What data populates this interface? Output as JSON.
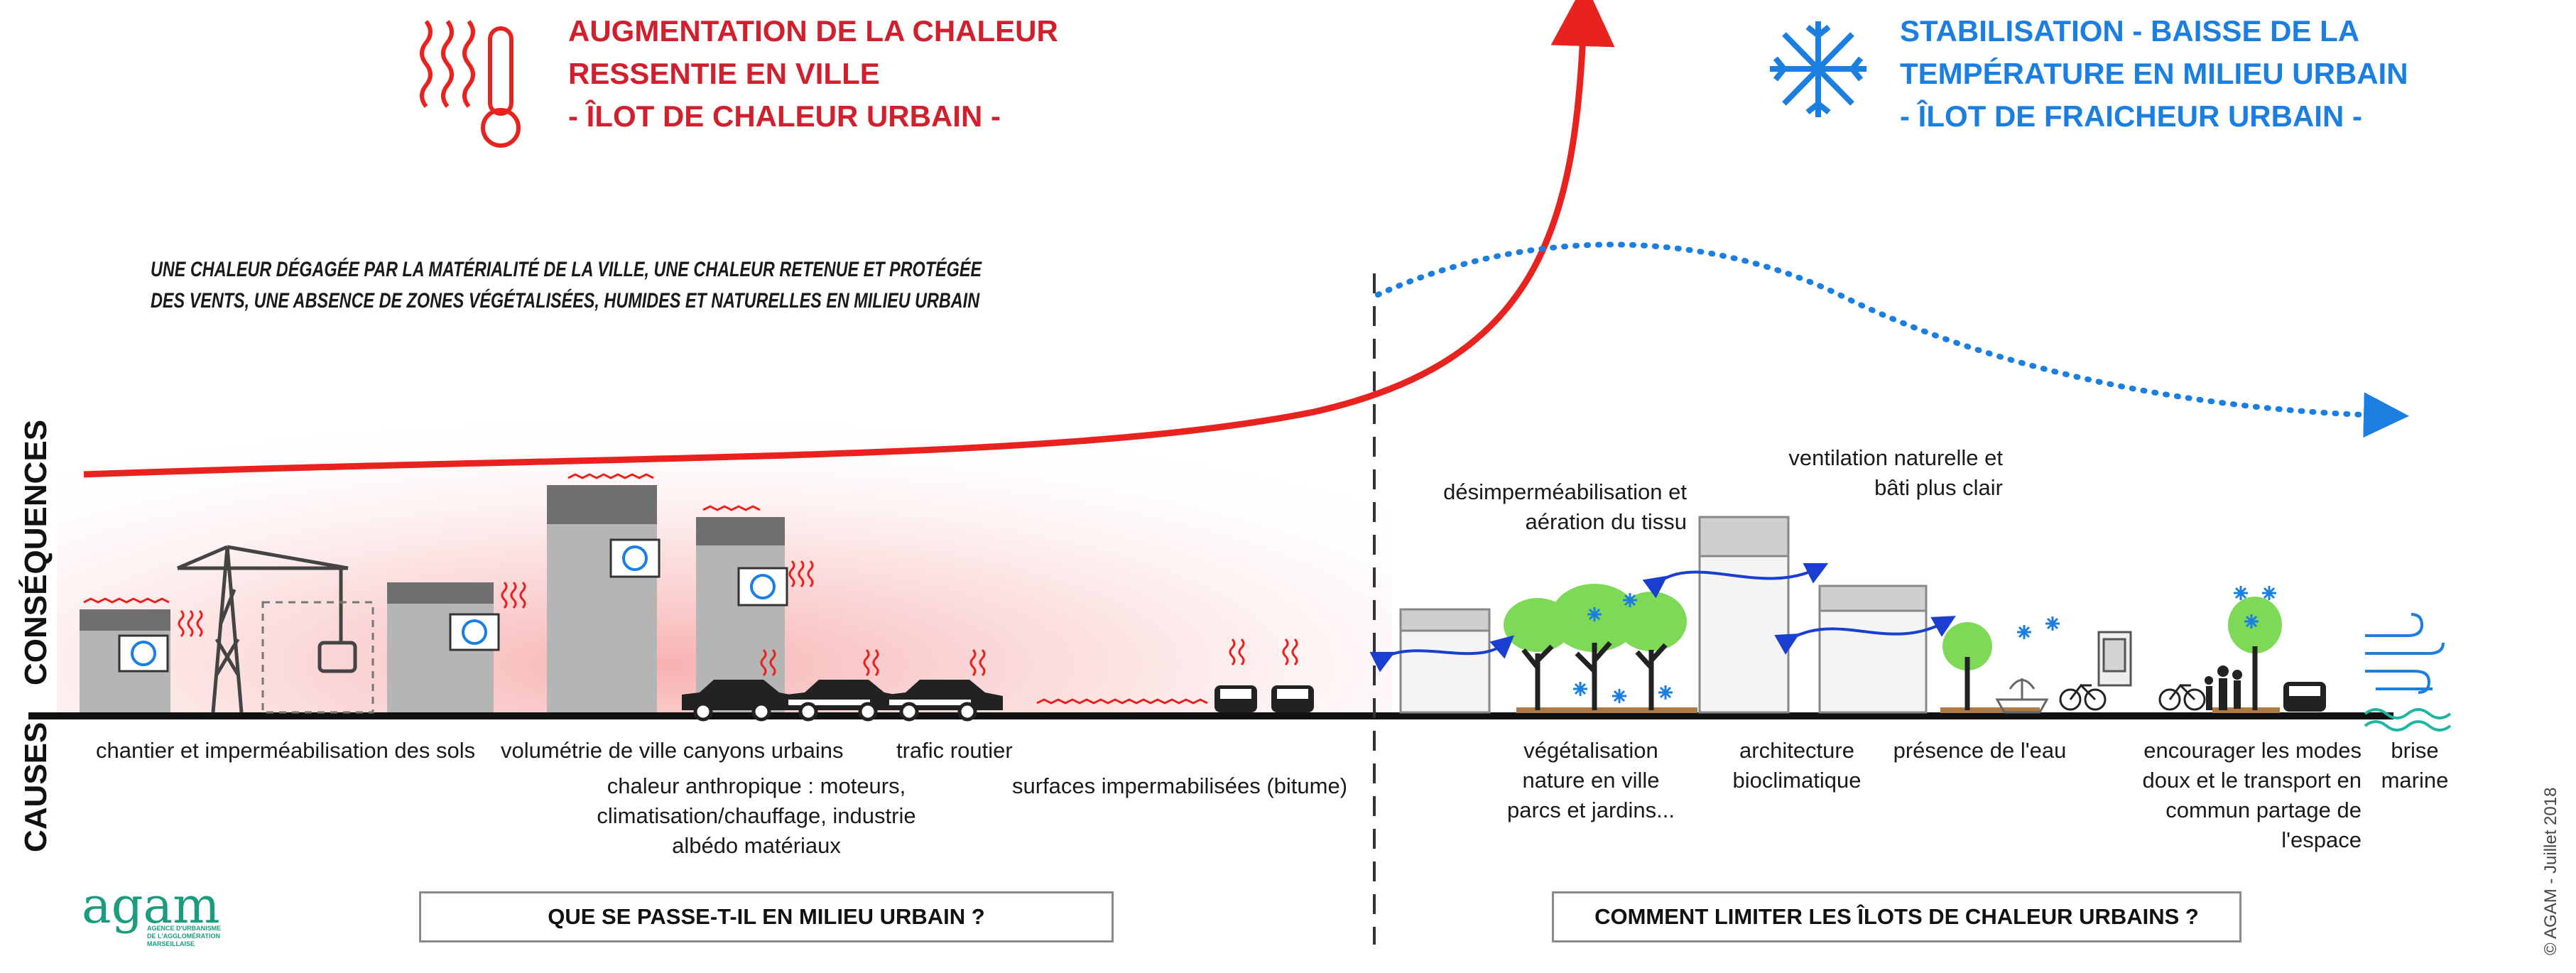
{
  "heat_title": {
    "line1": "AUGMENTATION DE LA CHALEUR",
    "line2": "RESSENTIE EN VILLE",
    "line3": "- ÎLOT DE CHALEUR URBAIN -"
  },
  "cool_title": {
    "line1": "STABILISATION - BAISSE DE LA",
    "line2": "TEMPÉRATURE EN MILIEU URBAIN",
    "line3": "- ÎLOT DE FRAICHEUR URBAIN -"
  },
  "intro": {
    "line1": "UNE CHALEUR DÉGAGÉE PAR LA MATÉRIALITÉ DE LA VILLE, UNE CHALEUR RETENUE ET PROTÉGÉE",
    "line2": "DES VENTS, UNE ABSENCE DE ZONES VÉGÉTALISÉES, HUMIDES ET NATURELLES EN MILIEU URBAIN"
  },
  "axes": {
    "consequences": "CONSÉQUENCES",
    "causes": "CAUSES"
  },
  "left_causes": {
    "chantier": "chantier et imperméabilisation des sols",
    "volumetrie": "volumétrie de ville canyons urbains",
    "trafic": "trafic routier",
    "anthropique_l1": "chaleur anthropique : moteurs,",
    "anthropique_l2": "climatisation/chauffage, industrie",
    "anthropique_l3": "albédo matériaux",
    "surfaces": "surfaces impermabilisées (bitume)"
  },
  "right_solutions": {
    "desimper_l1": "désimperméabilisation et",
    "desimper_l2": "aération du tissu",
    "ventilation_l1": "ventilation naturelle et",
    "ventilation_l2": "bâti plus clair",
    "vegetal_l1": "végétalisation",
    "vegetal_l2": "nature en ville",
    "vegetal_l3": "parcs et jardins...",
    "archi_l1": "architecture",
    "archi_l2": "bioclimatique",
    "eau": "présence de l'eau",
    "modes_l1": "encourager les modes",
    "modes_l2": "doux et le transport en",
    "modes_l3": "commun partage de",
    "modes_l4": "l'espace",
    "brise_l1": "brise",
    "brise_l2": "marine"
  },
  "questions": {
    "left": "QUE SE PASSE-T-IL EN MILIEU URBAIN ?",
    "right": "COMMENT LIMITER LES ÎLOTS DE CHALEUR URBAINS ?"
  },
  "logo": {
    "mark": "agam",
    "sub1": "AGENCE D'URBANISME",
    "sub2": "DE L'AGGLOMÉRATION",
    "sub3": "MARSEILLAISE"
  },
  "copyright": "© AGAM - Juillet 2018",
  "colors": {
    "heat": "#e8231f",
    "cool": "#1a7fe0",
    "tree": "#7ed957",
    "building": "#b5b5b5",
    "roof": "#6f6f6f",
    "ground": "#b07a45"
  },
  "icons": [
    "thermometer-heat-icon",
    "snowflake-icon",
    "air-conditioner-icon",
    "car-icon",
    "crane-icon",
    "tree-icon",
    "fountain-icon",
    "bicycle-icon",
    "pedestrians-icon",
    "wind-icon",
    "wave-icon"
  ]
}
